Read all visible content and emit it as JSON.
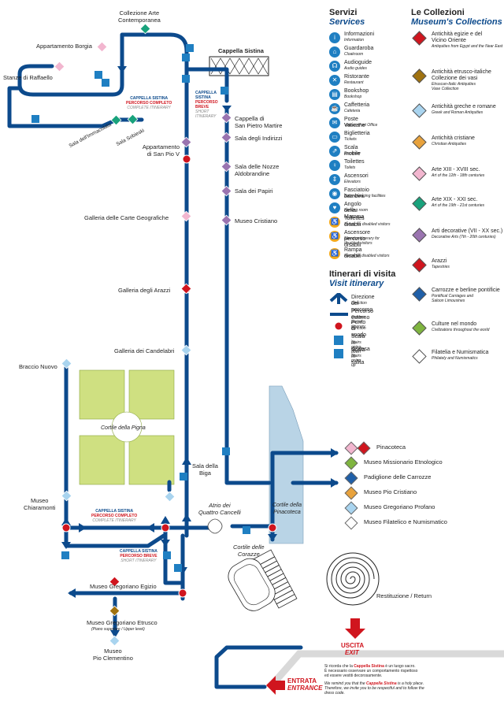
{
  "map": {
    "rooms": {
      "collezione_arte": "Collezione Arte\nContemporanea",
      "appartamento_borgia": "Appartamento Borgia",
      "stanze_raffaello": "Stanze di Raffaello",
      "sala_immacolata": "Sala dell'Immacolata",
      "sala_sobieski": "Sala Sobieski",
      "appartamento_pio_v": "Appartamento\ndi San Pio V",
      "galleria_carte": "Galleria delle Carte Geografiche",
      "galleria_arazzi": "Galleria degli Arazzi",
      "galleria_candelabri": "Galleria dei Candelabri",
      "braccio_nuovo": "Braccio Nuovo",
      "cortile_pigna": "Cortile della Pigna",
      "museo_chiaramonti": "Museo\nChiaramonti",
      "sala_biga": "Sala della\nBiga",
      "atrio": "Atrio dei\nQuattro Cancelli",
      "cortile_corazze": "Cortile delle\nCorazze",
      "cortile_pinacoteca": "Cortile della\nPinacoteca",
      "museo_egizio": "Museo Gregoriano Egizio",
      "museo_etrusco": "Museo Gregoriano Etrusco",
      "etrusco_sub": "(Piano superiore / Upper level)",
      "pio_clementino": "Museo\nPio Clementino",
      "cappella_sistina": "Cappella Sistina",
      "cappella_pietro": "Cappella di\nSan Pietro Martire",
      "sala_indirizzi": "Sala degli Indirizzi",
      "sala_nozze": "Sala delle Nozze\nAldobrandine",
      "sala_papiri": "Sala dei Papiri",
      "museo_cristiano": "Museo Cristiano",
      "restituzione": "Restituzione / Return"
    },
    "route_tags": {
      "cappella_sistina": "CAPPELLA SISTINA",
      "percorso_completo": "PERCORSO COMPLETO",
      "complete_itinerary": "COMPLETE ITINERARY",
      "percorso_breve": "PERCORSO BREVE",
      "short_itinerary": "SHORT ITINERARY",
      "sistina": "SISTINA",
      "percorso": "PERCORSO",
      "breve": "BREVE",
      "short": "SHORT",
      "itinerary": "ITINERARY",
      "cappella": "CAPPELLA"
    },
    "exit": {
      "it": "USCITA",
      "en": "EXIT"
    },
    "entrance": {
      "it": "ENTRATA",
      "en": "ENTRANCE"
    },
    "pinacoteca_list": [
      {
        "label": "Pinacoteca",
        "colors": [
          "#f2b6cf",
          "#d0151e"
        ]
      },
      {
        "label": "Museo Missionario Etnologico",
        "colors": [
          "#7fb53f"
        ]
      },
      {
        "label": "Padiglione delle Carrozze",
        "colors": [
          "#1f5fa8"
        ]
      },
      {
        "label": "Museo Pio Cristiano",
        "colors": [
          "#e8a23c"
        ]
      },
      {
        "label": "Museo Gregoriano Profano",
        "colors": [
          "#a9d4ef"
        ]
      },
      {
        "label": "Museo Filatelico e Numismatico",
        "colors": [
          "#ffffff"
        ]
      }
    ],
    "notice": {
      "it_pre": "Si ricorda che la ",
      "it_red": "Cappella Sistina",
      "it_post": " è un luogo sacro.\nÈ necessario osservare un comportamento rispettoso\ned essere vestiti decorosamente.",
      "en_pre": "We remind you that the ",
      "en_red": "Cappella Sistina",
      "en_post": " is a holy place.\nTherefore, we invite you to be respectful and to follow the\ndress code."
    }
  },
  "services": {
    "title": "Servizi",
    "title_en": "Services",
    "items": [
      {
        "icon": "information-icon",
        "glyph": "i",
        "label": "Informazioni",
        "sub": "Information",
        "yellow": false
      },
      {
        "icon": "cloakroom-icon",
        "glyph": "⌂",
        "label": "Guardaroba",
        "sub": "Cloakroom",
        "yellow": false
      },
      {
        "icon": "audio-guide-icon",
        "glyph": "☊",
        "label": "Audioguide",
        "sub": "Audio guides",
        "yellow": false
      },
      {
        "icon": "restaurant-icon",
        "glyph": "✕",
        "label": "Ristorante",
        "sub": "Restaurant",
        "yellow": false
      },
      {
        "icon": "bookshop-icon",
        "glyph": "▤",
        "label": "Bookshop",
        "sub": "Bookshop",
        "yellow": false
      },
      {
        "icon": "cafeteria-icon",
        "glyph": "☕",
        "label": "Caffetteria",
        "sub": "Cafeteria",
        "yellow": false
      },
      {
        "icon": "post-office-icon",
        "glyph": "✉",
        "label": "Poste Vaticane",
        "sub": "Vatican Post Office",
        "yellow": false
      },
      {
        "icon": "tickets-icon",
        "glyph": "▭",
        "label": "Biglietteria",
        "sub": "Tickets",
        "yellow": false
      },
      {
        "icon": "escalator-icon",
        "glyph": "⇗",
        "label": "Scala mobile",
        "sub": "Escalator",
        "yellow": false
      },
      {
        "icon": "toilets-icon",
        "glyph": "♀",
        "label": "Toilettes",
        "sub": "Toilets",
        "yellow": false
      },
      {
        "icon": "elevator-icon",
        "glyph": "⇕",
        "label": "Ascensori",
        "sub": "Elevators",
        "yellow": false
      },
      {
        "icon": "baby-changing-icon",
        "glyph": "◉",
        "label": "Fasciatoio bambini",
        "sub": "Baby-changing facilities",
        "yellow": false
      },
      {
        "icon": "nursing-room-icon",
        "glyph": "♥",
        "label": "Angolo della Mamma",
        "sub": "Nursing room",
        "yellow": false
      },
      {
        "icon": "disabled-toilet-icon",
        "glyph": "♿",
        "label": "Toilettes disabili",
        "sub": "Toilets for disabled visitors",
        "yellow": true
      },
      {
        "icon": "disabled-elevator-icon",
        "glyph": "♿",
        "label": "Ascensore percorso disabili",
        "sub": "Elevator-itinerary for\ndisabled visitors",
        "yellow": true
      },
      {
        "icon": "disabled-ramp-icon",
        "glyph": "♿",
        "label": "Rampa disabili",
        "sub": "Ramp for disabled visitors",
        "yellow": true
      }
    ]
  },
  "itinerary": {
    "title": "Itinerari di visita",
    "title_en": "Visit itinerary",
    "items": [
      {
        "label": "Direzione del percorso",
        "sub": "Direction"
      },
      {
        "label": "Percorso esterno",
        "sub": "Outdoor part of itinerary"
      },
      {
        "label": "Punto di snodo",
        "sub": "Junction"
      },
      {
        "label": "Scala in discesa",
        "sub": "Stairs going down"
      },
      {
        "label": "Scala in salita",
        "sub": "Stairs going up"
      }
    ]
  },
  "collections": {
    "title": "Le Collezioni",
    "title_en": "Museum's Collections",
    "items": [
      {
        "label": "Antichità egizie e del\nVicino Oriente",
        "sub": "Antiquities from Egypt and the Near East",
        "color": "#d0151e"
      },
      {
        "label": "Antichità etrusco-italiche\nCollezione dei vasi",
        "sub": "Etruscan-Italic Antiquities\nVase Collection",
        "color": "#a0720f"
      },
      {
        "label": "Antichità greche e romane",
        "sub": "Greek and Roman Antiquities",
        "color": "#a9d4ef"
      },
      {
        "label": "Antichità cristiane",
        "sub": "Christian Antiquities",
        "color": "#e8a23c"
      },
      {
        "label": "Arte XIII - XVIII sec.",
        "sub": "Art of the 12th - 18th centuries",
        "color": "#f2b6cf"
      },
      {
        "label": "Arte XIX - XXI sec.",
        "sub": "Art of the 19th - 21st centuries",
        "color": "#19a27c"
      },
      {
        "label": "Arti decorative (VII - XX sec.)",
        "sub": "Decorative Arts (7th - 20th centuries)",
        "color": "#9a74b0"
      },
      {
        "label": "Arazzi",
        "sub": "Tapestries",
        "color": "#d0151e"
      },
      {
        "label": "Carrozze e berline pontificie",
        "sub": "Pontifical Carriages and\nSaloon Limousines",
        "color": "#1f5fa8"
      },
      {
        "label": "Culture nel mondo",
        "sub": "Civilizations throughout the world",
        "color": "#7fb53f"
      },
      {
        "label": "Filatelia e Numismatica",
        "sub": "Philately and Numismatics",
        "color": "#ffffff"
      }
    ]
  },
  "colors": {
    "route": "#0c4a8c",
    "junction": "#d0151e",
    "garden": "#cfe081",
    "courtyard": "#b9d4e6"
  }
}
